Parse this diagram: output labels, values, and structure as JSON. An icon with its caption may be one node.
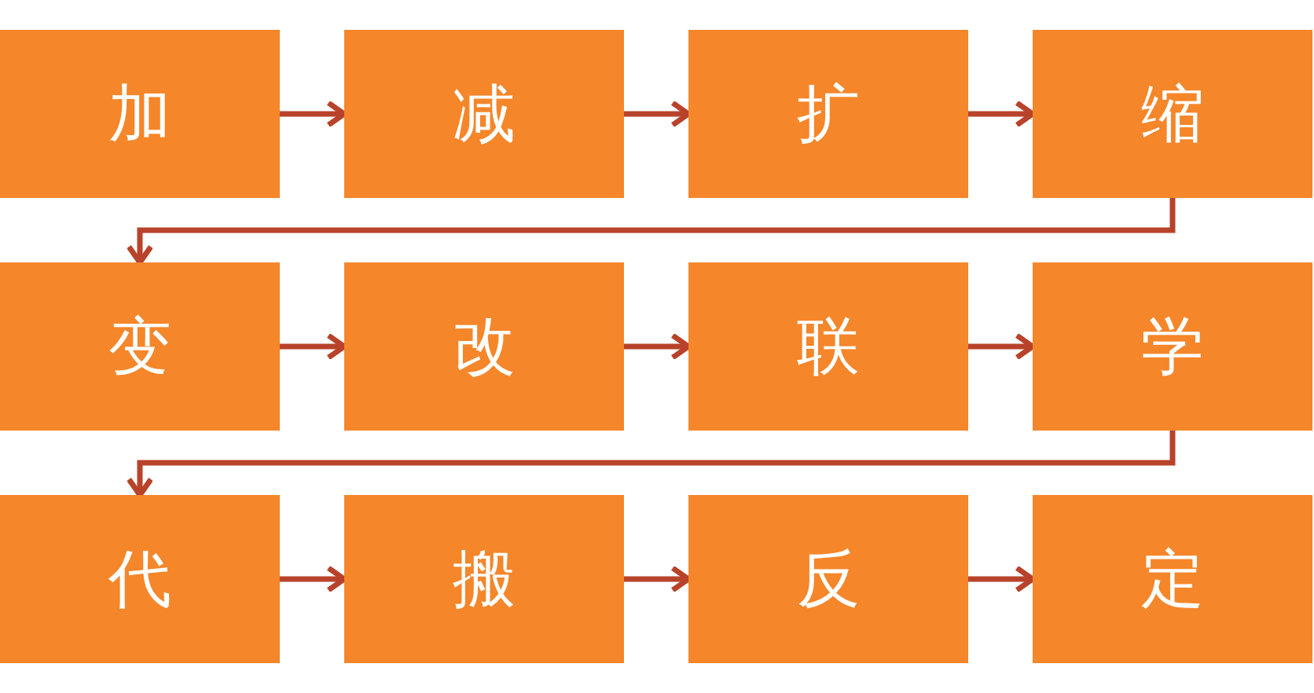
{
  "diagram": {
    "nodes": [
      {
        "text": [
          "加"
        ]
      },
      {
        "text": [
          "减"
        ]
      },
      {
        "text": [
          "扩"
        ]
      },
      {
        "text": [
          "缩"
        ]
      },
      {
        "text": [
          "变"
        ]
      },
      {
        "text": [
          "改"
        ]
      },
      {
        "text": [
          "联"
        ]
      },
      {
        "text": [
          "学"
        ]
      },
      {
        "text": [
          "代"
        ]
      },
      {
        "text": [
          "搬"
        ]
      },
      {
        "text": [
          "反"
        ]
      },
      {
        "text": [
          "定"
        ]
      }
    ],
    "edges": [
      {
        "from": 0,
        "to": 1,
        "arrow": "to"
      },
      {
        "from": 1,
        "to": 2,
        "arrow": "to"
      },
      {
        "from": 2,
        "to": 3,
        "arrow": "to"
      },
      {
        "from": 3,
        "to": 4,
        "arrow": "to"
      },
      {
        "from": 4,
        "to": 5,
        "arrow": "to"
      },
      {
        "from": 5,
        "to": 6,
        "arrow": "to"
      },
      {
        "from": 6,
        "to": 7,
        "arrow": "to"
      },
      {
        "from": 7,
        "to": 8,
        "arrow": "to"
      },
      {
        "from": 8,
        "to": 9,
        "arrow": "to"
      },
      {
        "from": 9,
        "to": 10,
        "arrow": "to"
      },
      {
        "from": 10,
        "to": 11,
        "arrow": "to"
      }
    ]
  }
}
